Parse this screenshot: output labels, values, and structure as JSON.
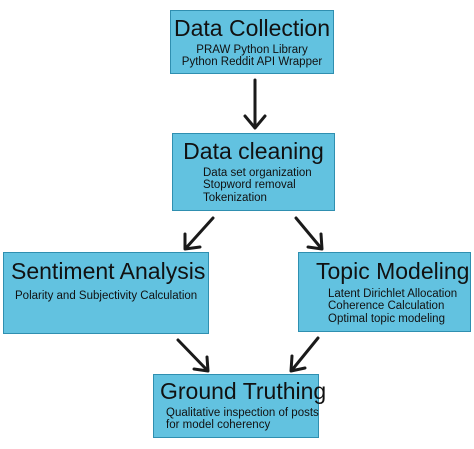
{
  "colors": {
    "box_fill": "#62c2e0",
    "box_border": "#2f8fb0",
    "text": "#111111",
    "arrow": "#1a1a1a"
  },
  "nodes": {
    "collection": {
      "title": "Data Collection",
      "lines": [
        "PRAW Python Library",
        "Python Reddit API Wrapper"
      ]
    },
    "cleaning": {
      "title": "Data cleaning",
      "lines": [
        "Data set organization",
        "Stopword removal",
        "Tokenization"
      ]
    },
    "sentiment": {
      "title": "Sentiment Analysis",
      "lines": [
        "Polarity and Subjectivity Calculation"
      ]
    },
    "topic": {
      "title": "Topic Modeling",
      "lines": [
        "Latent Dirichlet Allocation",
        "Coherence Calculation",
        "Optimal topic modeling"
      ]
    },
    "ground": {
      "title": "Ground Truthing",
      "lines": [
        "Qualitative inspection of posts",
        "for model coherency"
      ]
    }
  },
  "edges": [
    {
      "from": "Data Collection",
      "to": "Data cleaning"
    },
    {
      "from": "Data cleaning",
      "to": "Sentiment Analysis"
    },
    {
      "from": "Data cleaning",
      "to": "Topic Modeling"
    },
    {
      "from": "Sentiment Analysis",
      "to": "Ground Truthing"
    },
    {
      "from": "Topic Modeling",
      "to": "Ground Truthing"
    }
  ]
}
